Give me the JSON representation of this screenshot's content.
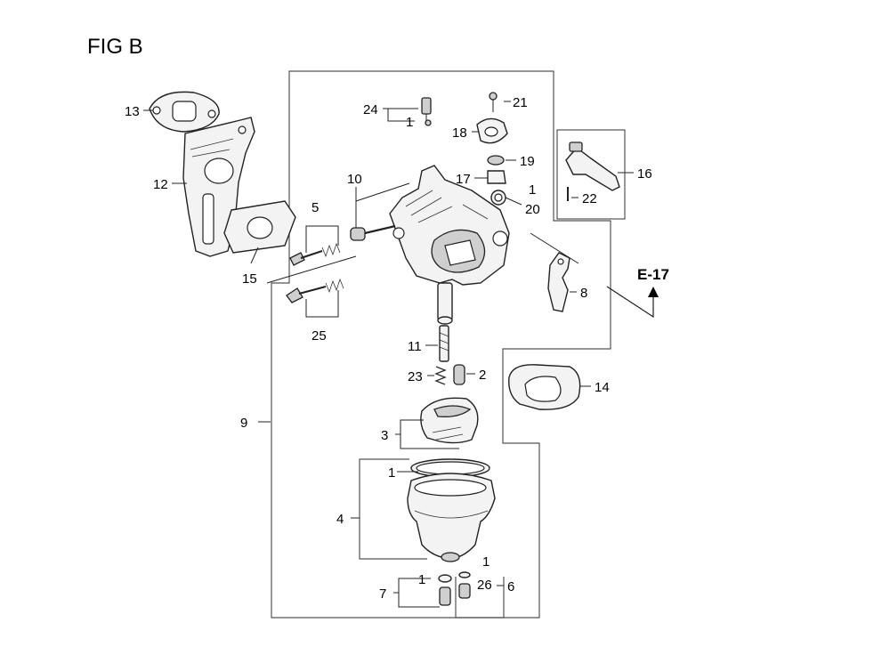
{
  "figure": {
    "title": "FIG B",
    "reference": "E-17"
  },
  "callouts": [
    {
      "id": "c13",
      "text": "13"
    },
    {
      "id": "c12",
      "text": "12"
    },
    {
      "id": "c15",
      "text": "15"
    },
    {
      "id": "c24",
      "text": "24"
    },
    {
      "id": "c1a",
      "text": "1"
    },
    {
      "id": "c21",
      "text": "21"
    },
    {
      "id": "c18",
      "text": "18"
    },
    {
      "id": "c17",
      "text": "17"
    },
    {
      "id": "c19",
      "text": "19"
    },
    {
      "id": "c1b",
      "text": "1"
    },
    {
      "id": "c20",
      "text": "20"
    },
    {
      "id": "c16",
      "text": "16"
    },
    {
      "id": "c22",
      "text": "22"
    },
    {
      "id": "c10",
      "text": "10"
    },
    {
      "id": "c5",
      "text": "5"
    },
    {
      "id": "c25",
      "text": "25"
    },
    {
      "id": "c8",
      "text": "8"
    },
    {
      "id": "c11",
      "text": "11"
    },
    {
      "id": "c23",
      "text": "23"
    },
    {
      "id": "c2",
      "text": "2"
    },
    {
      "id": "c14",
      "text": "14"
    },
    {
      "id": "c9",
      "text": "9"
    },
    {
      "id": "c3",
      "text": "3"
    },
    {
      "id": "c1c",
      "text": "1"
    },
    {
      "id": "c4",
      "text": "4"
    },
    {
      "id": "c1d",
      "text": "1"
    },
    {
      "id": "c1e",
      "text": "1"
    },
    {
      "id": "c26",
      "text": "26"
    },
    {
      "id": "c6",
      "text": "6"
    },
    {
      "id": "c7",
      "text": "7"
    }
  ]
}
